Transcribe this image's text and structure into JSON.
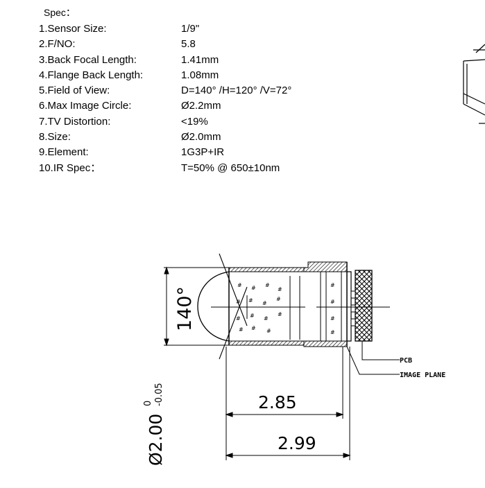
{
  "spec": {
    "title": "Spec：",
    "rows": [
      {
        "key": "1.Sensor Size:",
        "value": "1/9\""
      },
      {
        "key": "2.F/NO:",
        "value": "5.8"
      },
      {
        "key": "3.Back Focal Length:",
        "value": "1.41mm"
      },
      {
        "key": "4.Flange Back Length:",
        "value": "1.08mm"
      },
      {
        "key": "5.Field of View:",
        "value": "D=140° /H=120° /V=72°"
      },
      {
        "key": "6.Max Image Circle:",
        "value": "Ø2.2mm"
      },
      {
        "key": "7.TV Distortion:",
        "value": "<19%"
      },
      {
        "key": "8.Size:",
        "value": "Ø2.0mm"
      },
      {
        "key": "9.Element:",
        "value": "1G3P+IR"
      },
      {
        "key": "10.IR Spec：",
        "value": "T=50% @ 650±10nm"
      }
    ]
  },
  "drawing": {
    "fov_label": "140°",
    "diameter_label": "Ø2.00",
    "tol_upper": "0",
    "tol_lower": "-0.05",
    "length_short": "2.85",
    "length_total": "2.99",
    "callout_pcb": "PCB",
    "callout_image_plane": "IMAGE PLANE"
  }
}
